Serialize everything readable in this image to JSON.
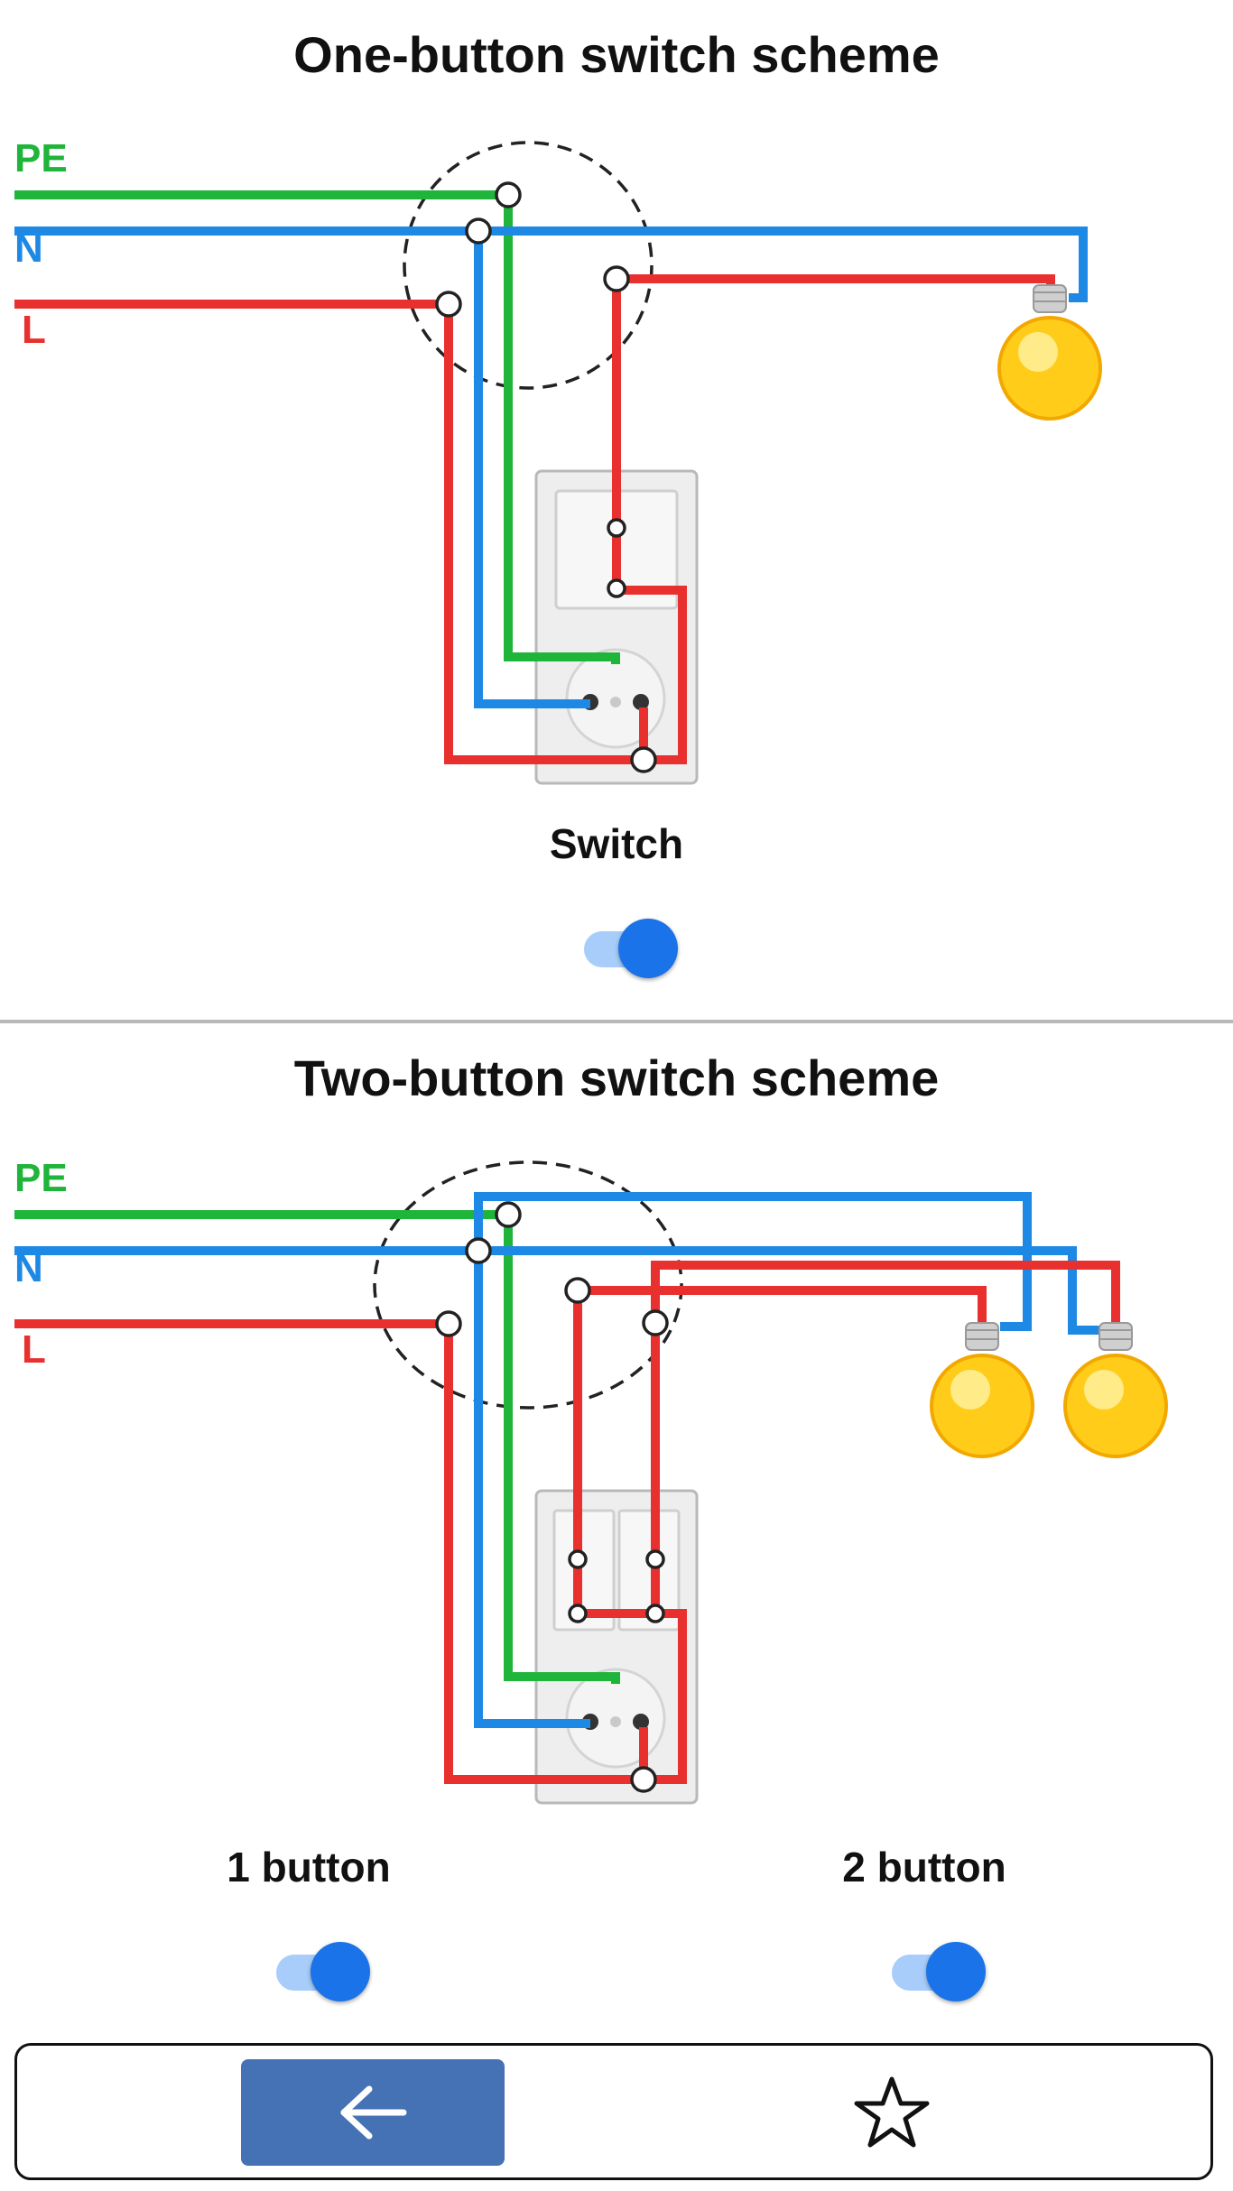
{
  "scheme1": {
    "title": "One-button switch scheme",
    "wire_labels": {
      "pe": "PE",
      "n": "N",
      "l": "L"
    },
    "switch_label": "Switch",
    "switch_state": "on"
  },
  "scheme2": {
    "title": "Two-button switch scheme",
    "wire_labels": {
      "pe": "PE",
      "n": "N",
      "l": "L"
    },
    "button1_label": "1 button",
    "button1_state": "on",
    "button2_label": "2 button",
    "button2_state": "on"
  },
  "colors": {
    "pe_wire": "#1fb43a",
    "n_wire": "#1e88e5",
    "l_wire": "#e8312e",
    "toggle_accent": "#1a73e8",
    "back_button": "#4472b4"
  },
  "nav": {
    "back_icon": "arrow-left-icon",
    "favorite_icon": "star-outline-icon"
  }
}
